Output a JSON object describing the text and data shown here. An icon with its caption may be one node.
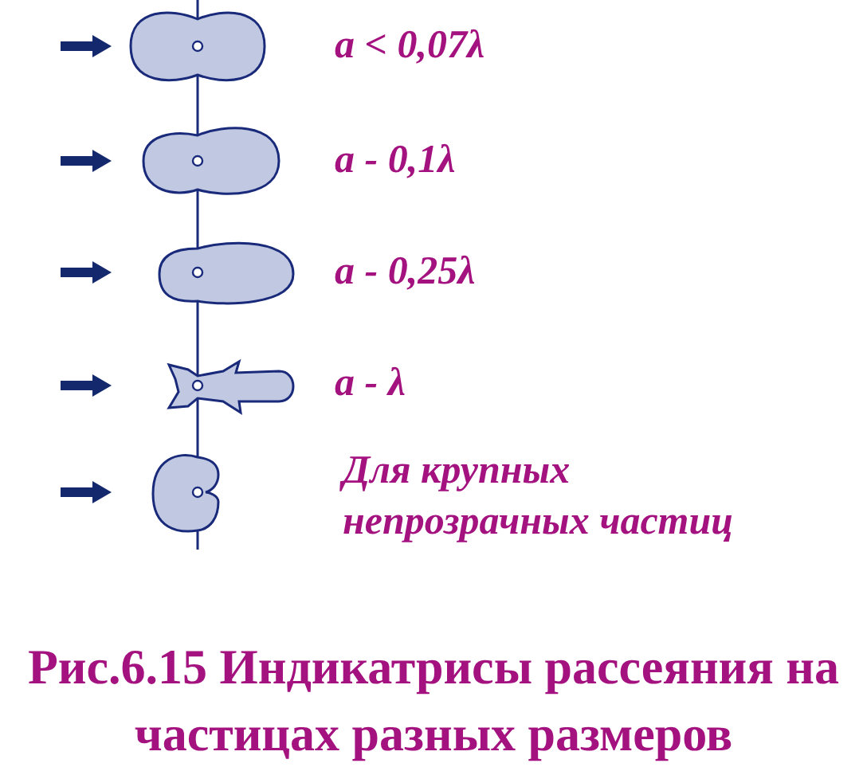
{
  "diagram": {
    "caption": "Рис.6.15 Индикатрисы рассеяния на частицах разных размеров",
    "labels": [
      "a < 0,07λ",
      "a - 0,1λ",
      "a - 0,25λ",
      "a - λ",
      "Для крупных непрозрачных частиц"
    ]
  }
}
